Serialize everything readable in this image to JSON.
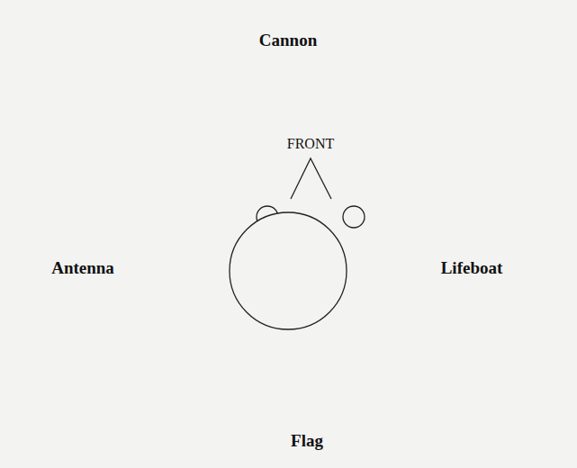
{
  "diagram": {
    "labels": [
      "Cannon",
      "FRONT",
      "Antenna",
      "Lifeboat",
      "Flag"
    ]
  }
}
